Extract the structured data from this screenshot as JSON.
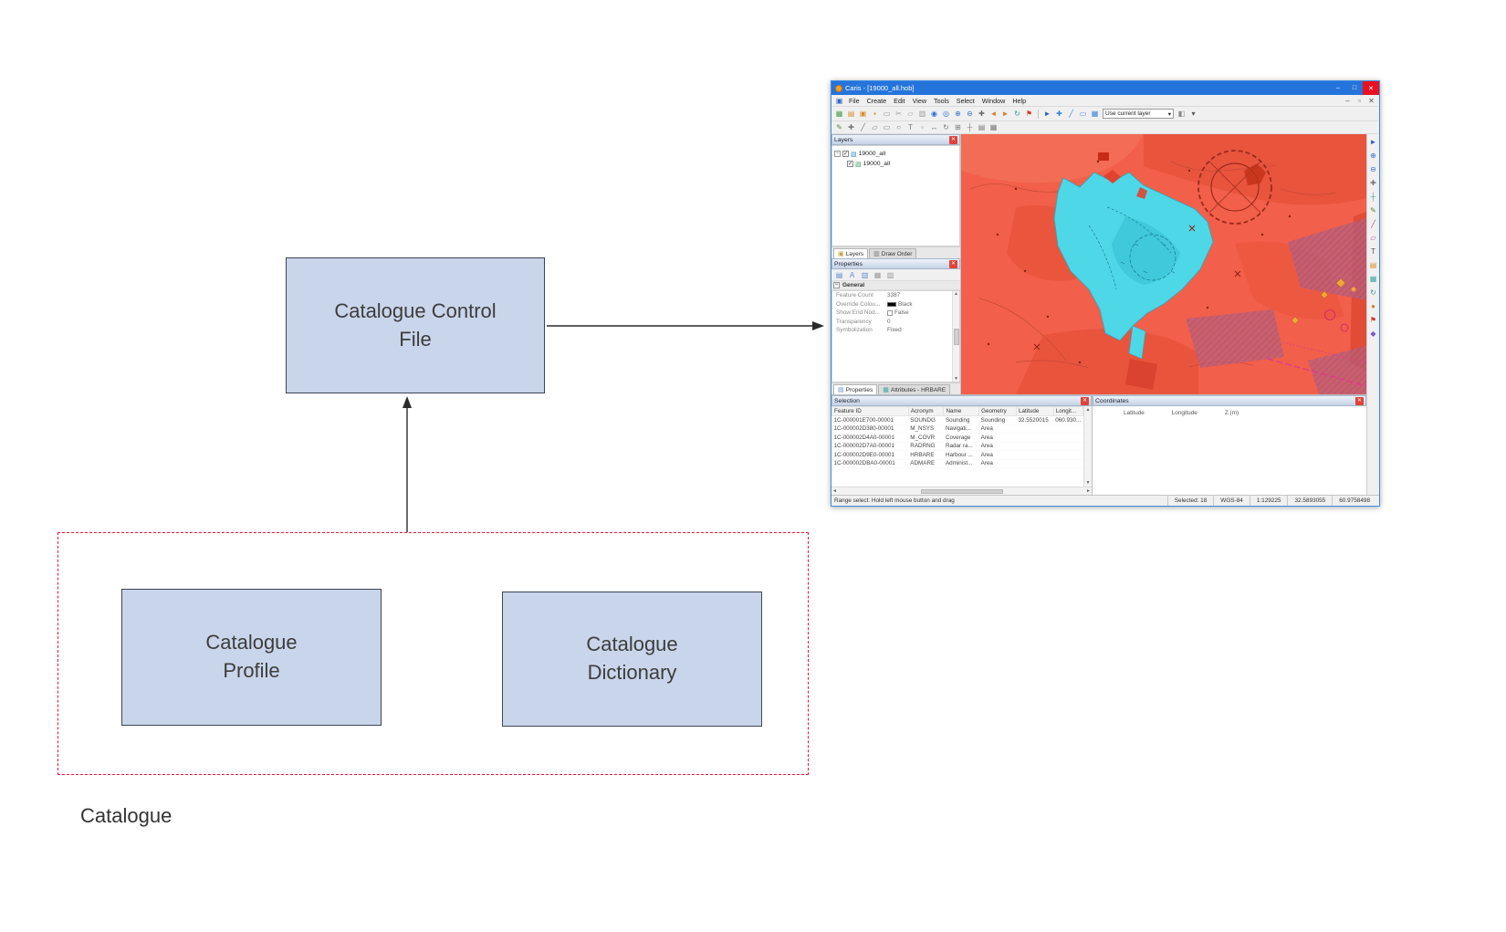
{
  "colors": {
    "box_fill": "#c9d5ea",
    "box_border": "#3c4454",
    "dashed": "#f4123a",
    "titlebar": "#2574dc",
    "map_base": "#f25f4a",
    "map_cyan": "#4ed7e6",
    "map_mauve": "#b85f7e",
    "map_magenta": "#d4286e",
    "map_darkred": "#e04a30"
  },
  "diagram": {
    "control_file": "Catalogue Control\nFile",
    "profile": "Catalogue\nProfile",
    "dictionary": "Catalogue\nDictionary",
    "group_label": "Catalogue"
  },
  "caris": {
    "title": "Caris - [19000_all.hob]",
    "close_glyph": "✕",
    "window_buttons": {
      "minimize": "–",
      "maximize": "□",
      "close": "✕"
    },
    "menus": [
      "File",
      "Create",
      "Edit",
      "View",
      "Tools",
      "Select",
      "Window",
      "Help"
    ],
    "menubar_controls": [
      {
        "name": "mdi-minimize",
        "glyph": "–",
        "color": "#555555"
      },
      {
        "name": "mdi-restore",
        "glyph": "▫",
        "color": "#555555"
      },
      {
        "name": "mdi-close",
        "glyph": "✕",
        "color": "#555555"
      }
    ],
    "toolbar": {
      "layer_combo": "Use current layer",
      "combo_arrow": "▾",
      "row1": [
        {
          "name": "select-tool",
          "glyph": "▦",
          "color": "#4a9e4a"
        },
        {
          "name": "open-hob",
          "glyph": "▤",
          "color": "#d98b2b"
        },
        {
          "name": "open-folder",
          "glyph": "▣",
          "color": "#d98b2b"
        },
        {
          "name": "save",
          "glyph": "▪",
          "color": "#b8952e"
        },
        {
          "name": "print",
          "glyph": "▭",
          "color": "#8a8a8a"
        },
        {
          "name": "cut",
          "glyph": "✂",
          "color": "#9a9a9a"
        },
        {
          "name": "copy",
          "glyph": "▱",
          "color": "#9a9a9a"
        },
        {
          "name": "paste",
          "glyph": "▥",
          "color": "#9a9a9a"
        },
        {
          "name": "zoom-world",
          "glyph": "◉",
          "color": "#2e6fd6"
        },
        {
          "name": "zoom-area",
          "glyph": "◎",
          "color": "#2e6fd6"
        },
        {
          "name": "zoom-in",
          "glyph": "⊕",
          "color": "#3a72c8"
        },
        {
          "name": "zoom-out",
          "glyph": "⊖",
          "color": "#3a72c8"
        },
        {
          "name": "pan",
          "glyph": "✚",
          "color": "#6a6a6a"
        },
        {
          "name": "previous-view",
          "glyph": "◄",
          "color": "#d07f2f"
        },
        {
          "name": "next-view",
          "glyph": "►",
          "color": "#d07f2f"
        },
        {
          "name": "refresh-view",
          "glyph": "↻",
          "color": "#2f9d8f"
        },
        {
          "name": "flag",
          "glyph": "⚑",
          "color": "#d03a2a"
        }
      ],
      "row1_right": [
        {
          "name": "pointer",
          "glyph": "►",
          "color": "#2b62c4"
        },
        {
          "name": "select-by-point",
          "glyph": "✚",
          "color": "#3b84d8"
        },
        {
          "name": "select-by-line",
          "glyph": "╱",
          "color": "#3b84d8"
        },
        {
          "name": "select-by-area",
          "glyph": "▭",
          "color": "#3b84d8"
        },
        {
          "name": "select-all",
          "glyph": "▦",
          "color": "#3b84d8"
        }
      ],
      "row1_end": [
        {
          "name": "session",
          "glyph": "◧",
          "color": "#888888"
        },
        {
          "name": "session-menu",
          "glyph": "▾",
          "color": "#555555"
        }
      ],
      "row2": [
        {
          "name": "edit",
          "glyph": "✎",
          "color": "#4a8a3a"
        },
        {
          "name": "add-point",
          "glyph": "✚",
          "color": "#777777"
        },
        {
          "name": "add-line",
          "glyph": "╱",
          "color": "#777777"
        },
        {
          "name": "add-polygon",
          "glyph": "▱",
          "color": "#777777"
        },
        {
          "name": "add-rectangle",
          "glyph": "▭",
          "color": "#777777"
        },
        {
          "name": "add-circle",
          "glyph": "○",
          "color": "#777777"
        },
        {
          "name": "add-text",
          "glyph": "T",
          "color": "#777777"
        },
        {
          "name": "move-node",
          "glyph": "◦",
          "color": "#777777"
        },
        {
          "name": "move",
          "glyph": "↔",
          "color": "#777777"
        },
        {
          "name": "rotate",
          "glyph": "↻",
          "color": "#777777"
        },
        {
          "name": "snap",
          "glyph": "⊞",
          "color": "#777777"
        },
        {
          "name": "measure",
          "glyph": "┼",
          "color": "#777777"
        },
        {
          "name": "layers-toggle",
          "glyph": "▤",
          "color": "#777777"
        },
        {
          "name": "grid-toggle",
          "glyph": "▦",
          "color": "#777777"
        }
      ],
      "right_tools": [
        {
          "name": "map-pointer",
          "glyph": "►",
          "color": "#2b62c4"
        },
        {
          "name": "map-zoom-in",
          "glyph": "⊕",
          "color": "#3a72c8"
        },
        {
          "name": "map-zoom-out",
          "glyph": "⊖",
          "color": "#3a72c8"
        },
        {
          "name": "map-pan",
          "glyph": "✚",
          "color": "#777777"
        },
        {
          "name": "map-measure",
          "glyph": "┼",
          "color": "#2f9d8f"
        },
        {
          "name": "map-edit",
          "glyph": "✎",
          "color": "#4a8a3a"
        },
        {
          "name": "map-line",
          "glyph": "╱",
          "color": "#b05090"
        },
        {
          "name": "map-area",
          "glyph": "▱",
          "color": "#b05090"
        },
        {
          "name": "map-label",
          "glyph": "T",
          "color": "#555555"
        },
        {
          "name": "map-layers",
          "glyph": "▤",
          "color": "#d98b2b"
        },
        {
          "name": "map-grid",
          "glyph": "▦",
          "color": "#3aa7a0"
        },
        {
          "name": "map-refresh",
          "glyph": "↻",
          "color": "#2f9d8f"
        },
        {
          "name": "map-info",
          "glyph": "●",
          "color": "#d07f2f"
        },
        {
          "name": "map-flag",
          "glyph": "⚑",
          "color": "#d03a2a"
        },
        {
          "name": "map-settings",
          "glyph": "◆",
          "color": "#7a5ad0"
        }
      ]
    },
    "layers_panel": {
      "title": "Layers",
      "expander_glyph": "−",
      "check_glyph": "✓",
      "root": "19000_all",
      "child": "19000_all",
      "tabs": [
        "Layers",
        "Draw Order"
      ]
    },
    "properties_panel": {
      "title": "Properties",
      "section_glyph": "−",
      "section": "General",
      "tools": [
        {
          "name": "categorized-view",
          "glyph": "▤",
          "color": "#5b8bd0"
        },
        {
          "name": "alphabetical-view",
          "glyph": "A",
          "color": "#5b8bd0"
        },
        {
          "name": "property-pages",
          "glyph": "▥",
          "color": "#5b8bd0"
        },
        {
          "name": "grid-view",
          "glyph": "▦",
          "color": "#9a9a9a"
        },
        {
          "name": "expand-view",
          "glyph": "▧",
          "color": "#9a9a9a"
        }
      ],
      "rows": [
        {
          "label": "Feature Count",
          "value": "3387"
        },
        {
          "label": "Override Colou...",
          "value": "Black"
        },
        {
          "label": "Show End Nod...",
          "value": "False"
        },
        {
          "label": "Transparency",
          "value": "0"
        },
        {
          "label": "Symbolization",
          "value": "Fixed"
        }
      ],
      "tabs": [
        "Properties",
        "Attributes - HRBARE"
      ]
    },
    "selection_panel": {
      "title": "Selection",
      "columns": [
        "Feature ID",
        "Acronym",
        "Name",
        "Geometry",
        "Latitude",
        "Longit..."
      ],
      "rows": [
        [
          "1C-000001E700-00001",
          "SOUNDG",
          "Sounding",
          "Sounding",
          "32.5520015",
          "060.930..."
        ],
        [
          "1C-000002D380-00001",
          "M_NSYS",
          "Navigati...",
          "Area",
          "",
          ""
        ],
        [
          "1C-000002D4A0-00001",
          "M_COVR",
          "Coverage",
          "Area",
          "",
          ""
        ],
        [
          "1C-000002D7A0-00001",
          "RADRNG",
          "Radar ra...",
          "Area",
          "",
          ""
        ],
        [
          "1C-000002D9E0-00001",
          "HRBARE",
          "Harbour ...",
          "Area",
          "",
          ""
        ],
        [
          "1C-000002DBA0-00001",
          "ADMARE",
          "Administ...",
          "Area",
          "",
          ""
        ]
      ]
    },
    "coordinates_panel": {
      "title": "Coordinates",
      "columns": [
        "Latitude",
        "Longitude",
        "Z (m)"
      ]
    },
    "status_bar": {
      "hint": "Range select: Hold left mouse button and drag",
      "selected": "Selected: 18",
      "datum": "WGS-84",
      "scale": "1:129225",
      "latitude": "32.5893055",
      "longitude": "60.9758498"
    }
  }
}
